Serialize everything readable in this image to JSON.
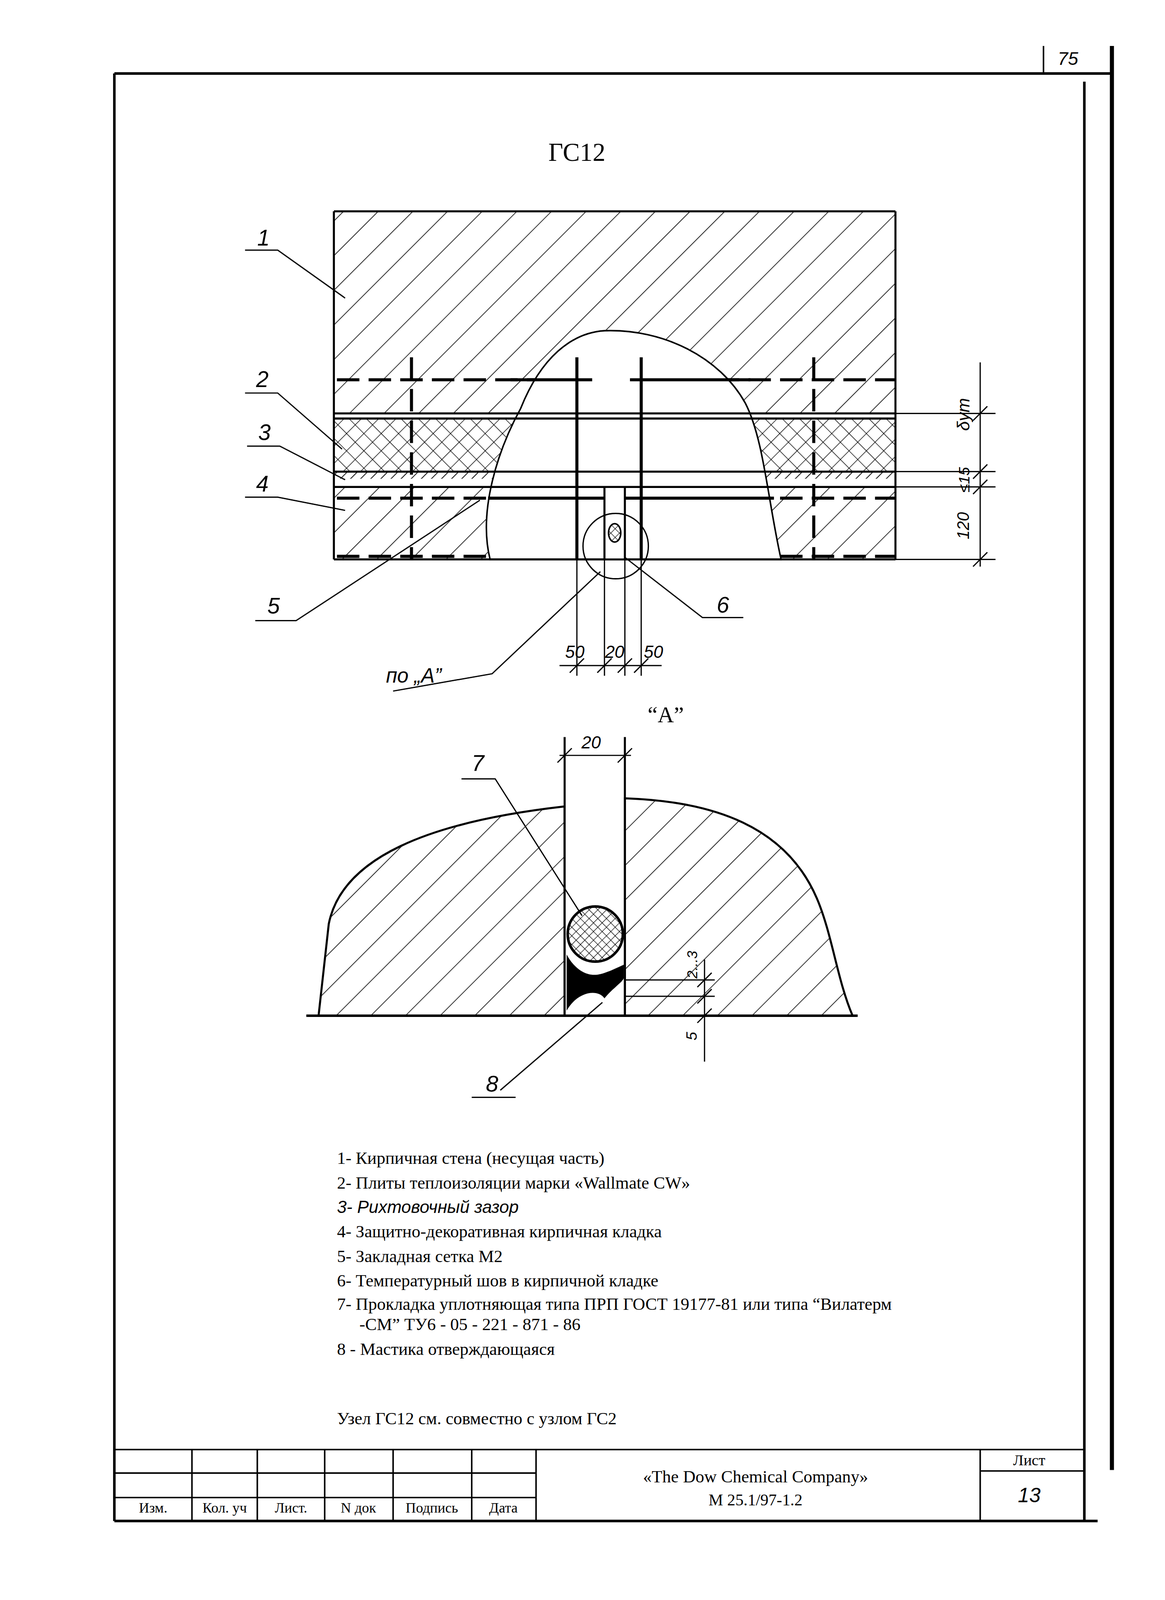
{
  "diagram": {
    "title": "ГС12",
    "labels": [
      "75",
      "1",
      "2",
      "3",
      "4",
      "5",
      "6",
      "по „А”",
      "δут",
      "≤15",
      "120",
      "50",
      "20",
      "50",
      "“А”",
      "20",
      "7",
      "2...3",
      "5",
      "8",
      "1- Кирпичная стена (несущая часть)",
      "2- Плиты теплоизоляции марки «Wallmate CW»",
      "3- Рихтовочный зазор",
      "4- Защитно-декоративная кирпичная кладка",
      "5- Закладная сетка М2",
      "6- Температурный шов в кирпичной кладке",
      "7- Прокладка уплотняющая типа ПРП ГОСТ 19177-81 или типа “Вилатерм -СМ” ТУ6 - 05 - 221 - 871 - 86",
      "8 - Мастика отверждающаяся",
      "Узел ГС12 см. совместно с узлом ГС2",
      "Изм.",
      "Кол. уч",
      "Лист.",
      "N док",
      "Подпись",
      "Дата",
      "«The Dow Chemical Company»",
      "М 25.1/97-1.2",
      "Лист",
      "13"
    ]
  }
}
